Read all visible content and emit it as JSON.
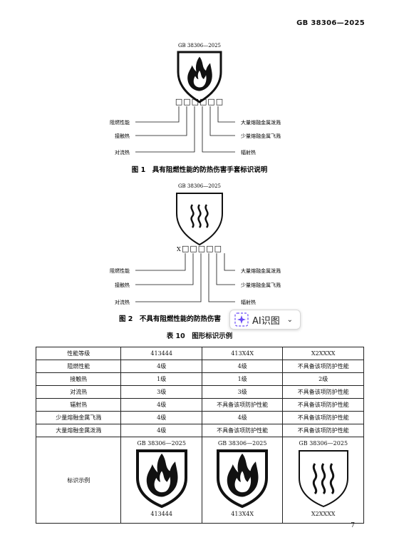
{
  "header": {
    "standard_code": "GB 38306—2025"
  },
  "figure1": {
    "standard_label": "GB 38306—2025",
    "code_boxes": "□□□□□□",
    "left_labels": [
      "阻燃性能",
      "接触热",
      "对流热"
    ],
    "right_labels": [
      "大量熔融金属泼溅",
      "少量熔融金属飞溅",
      "辐射热"
    ],
    "caption": "图 1　具有阻燃性能的防热伤害手套标识说明"
  },
  "figure2": {
    "standard_label": "GB 38306—2025",
    "code_prefix": "X",
    "code_boxes": "□□□□□",
    "left_labels": [
      "阻燃性能",
      "接触热",
      "对流热"
    ],
    "right_labels": [
      "大量熔融金属泼溅",
      "少量熔融金属飞溅",
      "辐射热"
    ],
    "caption": "图 2　不具有阻燃性能的防热伤害"
  },
  "ai_button": {
    "label": "AI识图",
    "icon": "sparkle-icon"
  },
  "table": {
    "caption": "表 10　图形标识示例",
    "header_row_label": "性能等级",
    "columns": [
      "413444",
      "413X4X",
      "X2XXXX"
    ],
    "rows": [
      {
        "label": "阻燃性能",
        "cells": [
          "4级",
          "4级",
          "不具备该项防护性能"
        ]
      },
      {
        "label": "接触热",
        "cells": [
          "1级",
          "1级",
          "2级"
        ]
      },
      {
        "label": "对流热",
        "cells": [
          "3级",
          "3级",
          "不具备该项防护性能"
        ]
      },
      {
        "label": "辐射热",
        "cells": [
          "4级",
          "不具备该项防护性能",
          "不具备该项防护性能"
        ]
      },
      {
        "label": "少量熔融金属飞溅",
        "cells": [
          "4级",
          "4级",
          "不具备该项防护性能"
        ]
      },
      {
        "label": "大量熔融金属泼溅",
        "cells": [
          "4级",
          "不具备该项防护性能",
          "不具备该项防护性能"
        ]
      }
    ],
    "example_row_label": "标识示例",
    "examples": [
      {
        "standard": "GB 38306—2025",
        "code": "413444",
        "icon": "flame-shield-icon"
      },
      {
        "standard": "GB 38306—2025",
        "code": "413X4X",
        "icon": "flame-shield-icon"
      },
      {
        "standard": "GB 38306—2025",
        "code": "X2XXXX",
        "icon": "heat-shield-icon"
      }
    ]
  },
  "footer": {
    "page_number": "7"
  }
}
